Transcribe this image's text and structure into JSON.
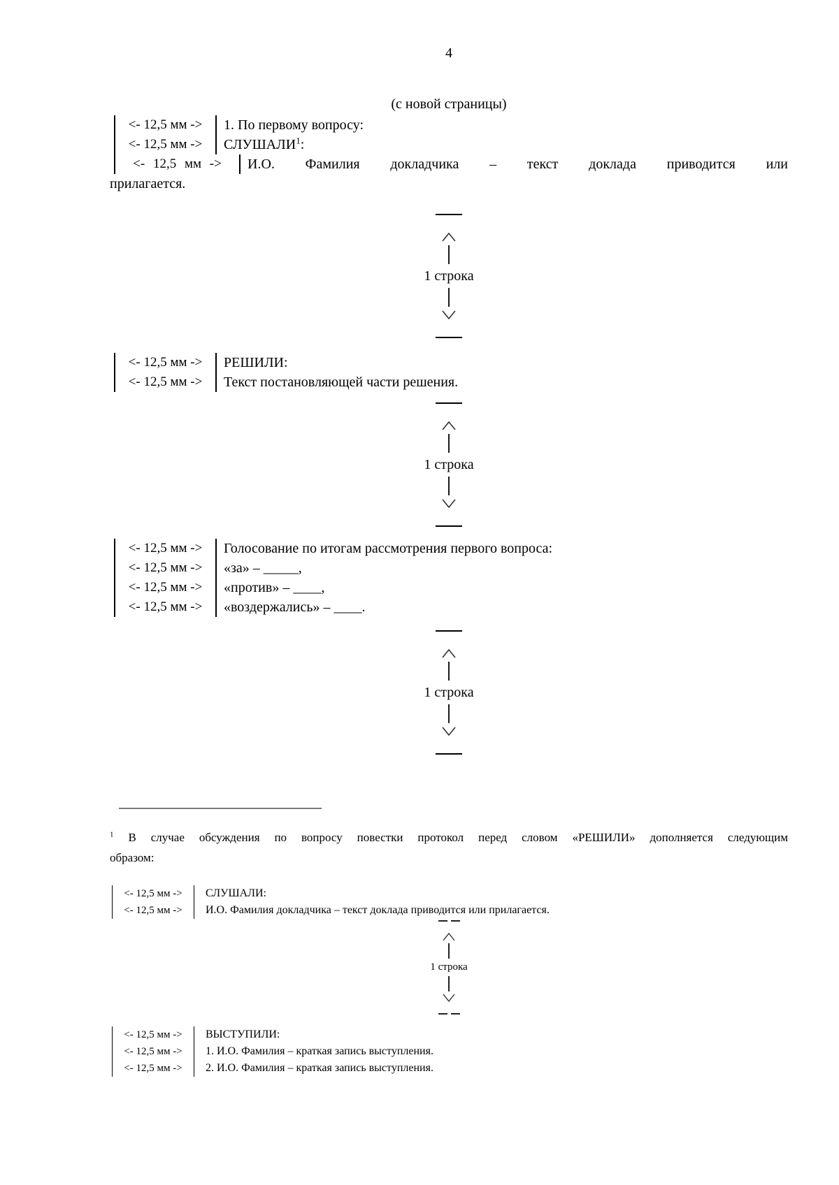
{
  "page": {
    "number": "4",
    "note": "(с новой страницы)"
  },
  "labels": {
    "margin": "<- 12,5 мм ->",
    "spacing": "1 строка"
  },
  "body": {
    "question_block": {
      "line1": "1. По первому вопросу:",
      "heard_word": "СЛУШАЛИ",
      "heard_footnote_ref": "1",
      "heard_colon": ":",
      "speaker_line": "И.О. Фамилия докладчика – текст доклада приводится или",
      "speaker_line_wrap": "прилагается."
    },
    "decided_block": {
      "line1": "РЕШИЛИ:",
      "line2": "Текст постановляющей части решения."
    },
    "voting_block": {
      "line1": "Голосование по итогам рассмотрения первого вопроса:",
      "line2": "«за» – _____,",
      "line3": "«против» – ____,",
      "line4": "«воздержались» – ____."
    }
  },
  "footnote": {
    "marker": "1",
    "text_line1": "В случае обсуждения по вопросу повестки протокол перед словом «РЕШИЛИ» дополняется следующим",
    "text_line2": "образом:",
    "heard_block": {
      "line1": "СЛУШАЛИ:",
      "line2": "И.О. Фамилия докладчика – текст доклада приводится или прилагается."
    },
    "spoke_block": {
      "line1": "ВЫСТУПИЛИ:",
      "line2": "1. И.О. Фамилия – краткая запись выступления.",
      "line3": "2. И.О. Фамилия – краткая запись выступления."
    }
  }
}
